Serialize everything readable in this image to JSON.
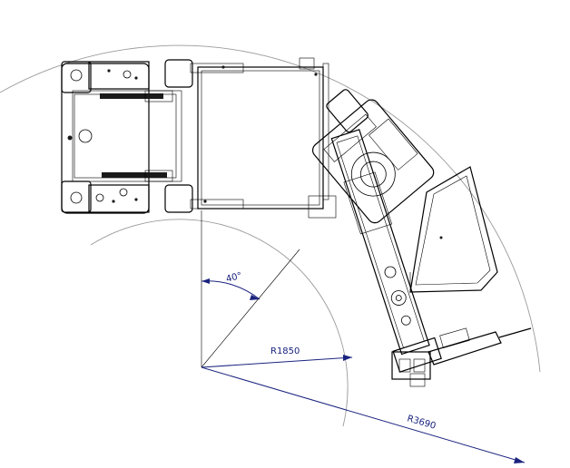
{
  "drawing": {
    "angle_label": "40°",
    "inner_radius_label": "R1850",
    "outer_radius_label": "R3690"
  },
  "colors": {
    "dimension": "#1a237e",
    "outline": "#000000",
    "arc": "#9a9a9a",
    "background": "#ffffff"
  }
}
